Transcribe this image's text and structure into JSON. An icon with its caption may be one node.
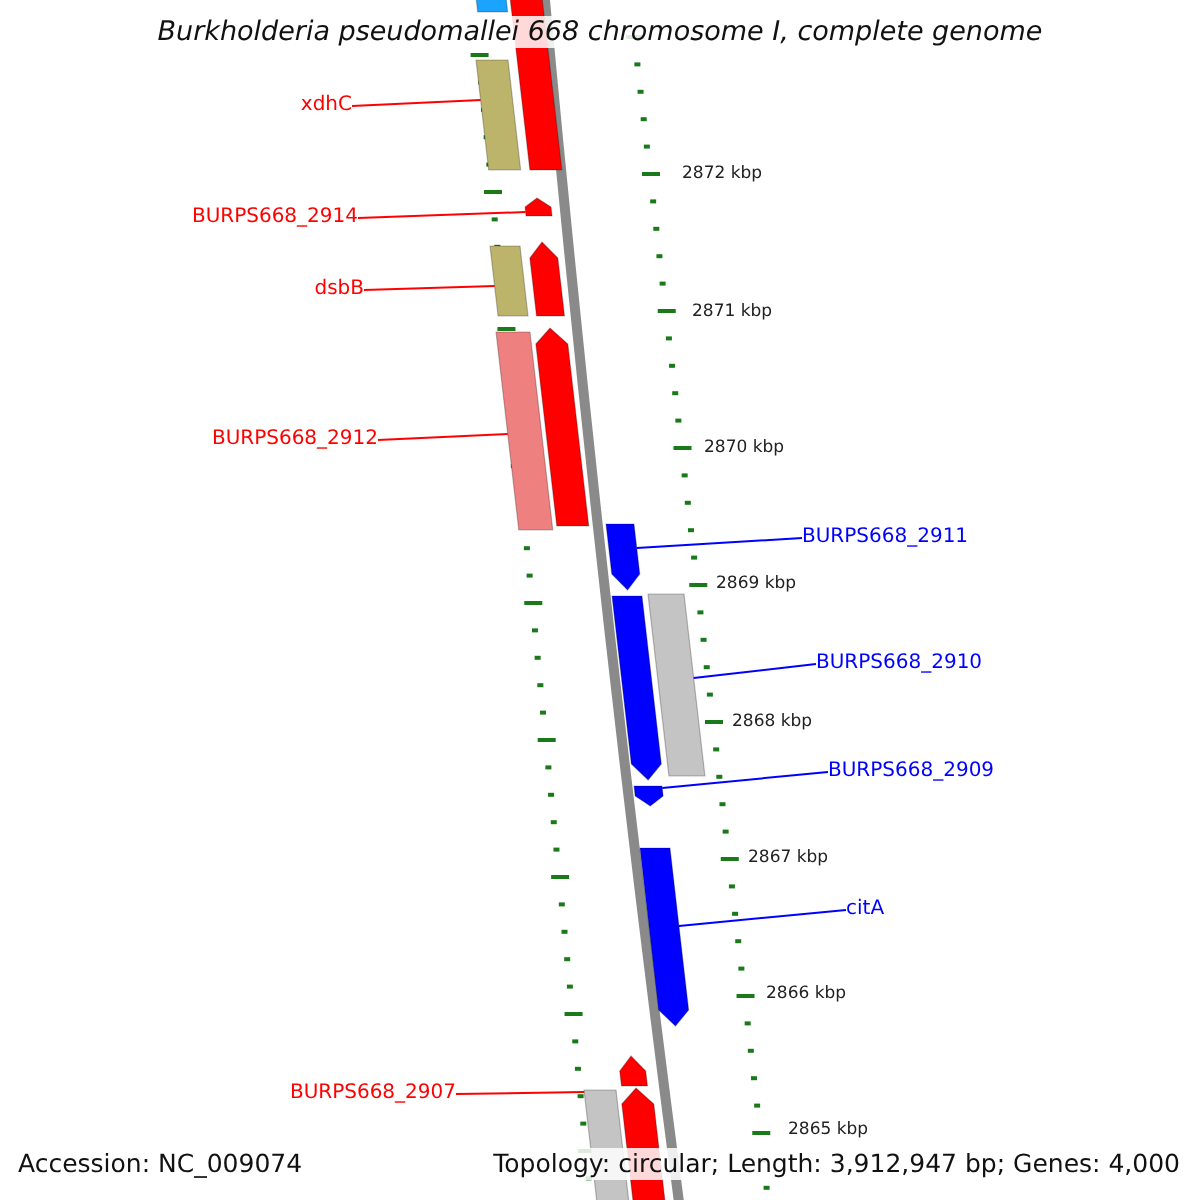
{
  "diagram": {
    "title": "Burkholderia pseudomallei 668 chromosome I, complete genome",
    "nodes": [
      {
        "text": [
          "xdhC"
        ]
      },
      {
        "text": [
          "BURPS668_2914"
        ]
      },
      {
        "text": [
          "dsbB"
        ]
      },
      {
        "text": [
          "BURPS668_2912"
        ]
      },
      {
        "text": [
          "BURPS668_2911"
        ]
      },
      {
        "text": [
          "BURPS668_2910"
        ]
      },
      {
        "text": [
          "BURPS668_2909"
        ]
      },
      {
        "text": [
          "citA"
        ]
      },
      {
        "text": [
          "BURPS668_2907"
        ]
      },
      {
        "text": [],
        "shape": "bar"
      },
      {
        "text": [],
        "shape": "bar"
      },
      {
        "text": [],
        "shape": "bar"
      },
      {
        "text": [],
        "shape": "bar"
      },
      {
        "text": [],
        "shape": "bar"
      },
      {
        "text": [],
        "shape": "bar"
      },
      {
        "text": [],
        "shape": "bar"
      },
      {
        "text": [],
        "shape": "bar"
      },
      {
        "text": [],
        "shape": "bar"
      },
      {
        "text": [],
        "shape": "bar"
      },
      {
        "text": [],
        "shape": "bar"
      },
      {
        "text": [],
        "shape": "bar"
      },
      {
        "text": [],
        "shape": "bar"
      },
      {
        "text": [],
        "shape": "bar"
      },
      {
        "text": [],
        "shape": "bar"
      },
      {
        "text": [],
        "shape": "bar"
      }
    ],
    "edges": [
      {
        "from": 0,
        "to": 11,
        "arrow": "none"
      },
      {
        "from": 1,
        "to": 12,
        "arrow": "none"
      },
      {
        "from": 2,
        "to": 14,
        "arrow": "none"
      },
      {
        "from": 3,
        "to": 16,
        "arrow": "none"
      },
      {
        "from": 4,
        "to": 17,
        "arrow": "none",
        "color": "#0000ff"
      },
      {
        "from": 5,
        "to": 18,
        "arrow": "none",
        "color": "#0000ff"
      },
      {
        "from": 6,
        "to": 20,
        "arrow": "none",
        "color": "#0000ff"
      },
      {
        "from": 7,
        "to": 21,
        "arrow": "none",
        "color": "#0000ff"
      },
      {
        "from": 8,
        "to": 24,
        "arrow": "none"
      }
    ],
    "labels": [
      "2872 kbp",
      "2871 kbp",
      "2870 kbp",
      "2869 kbp",
      "2868 kbp",
      "2867 kbp",
      "2866 kbp",
      "2865 kbp",
      "Accession: NC_009074",
      "Topology: circular; Length: 3,912,947 bp; Genes: 4,000"
    ]
  }
}
